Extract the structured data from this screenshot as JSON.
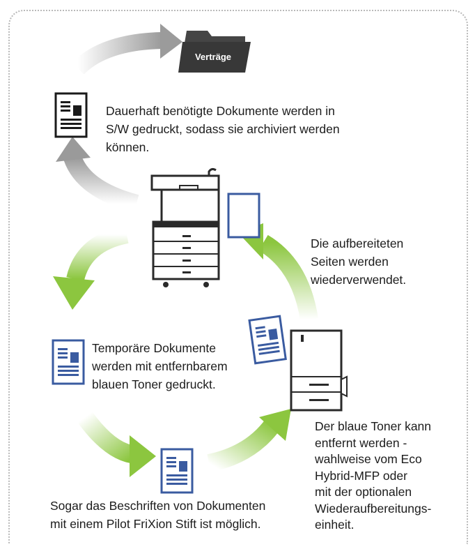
{
  "folder": {
    "label": "Verträge"
  },
  "texts": {
    "archive": "Dauerhaft benötigte Dokumente werden in\nS/W gedruckt, sodass sie archiviert werden\nkönnen.",
    "reuse": "Die aufbereiteten\nSeiten werden\nwiederverwendet.",
    "temporary": "Temporäre Dokumente\nwerden mit entfernbarem\nblauen Toner gedruckt.",
    "erase": "Der blaue Toner kann\nentfernt werden -\nwahlweise vom Eco\nHybrid-MFP oder\nmit der optionalen\nWiederaufbereitungs-\neinheit.",
    "writing": "Sogar das Beschriften von Dokumenten\nmit einem Pilot FriXion Stift ist möglich."
  },
  "colors": {
    "grey_arrow": "#9a9a9a",
    "green_arrow": "#8cc63f",
    "blue_doc": "#3a5ba0",
    "black_doc": "#1a1a1a",
    "folder": "#4a4a4a"
  }
}
